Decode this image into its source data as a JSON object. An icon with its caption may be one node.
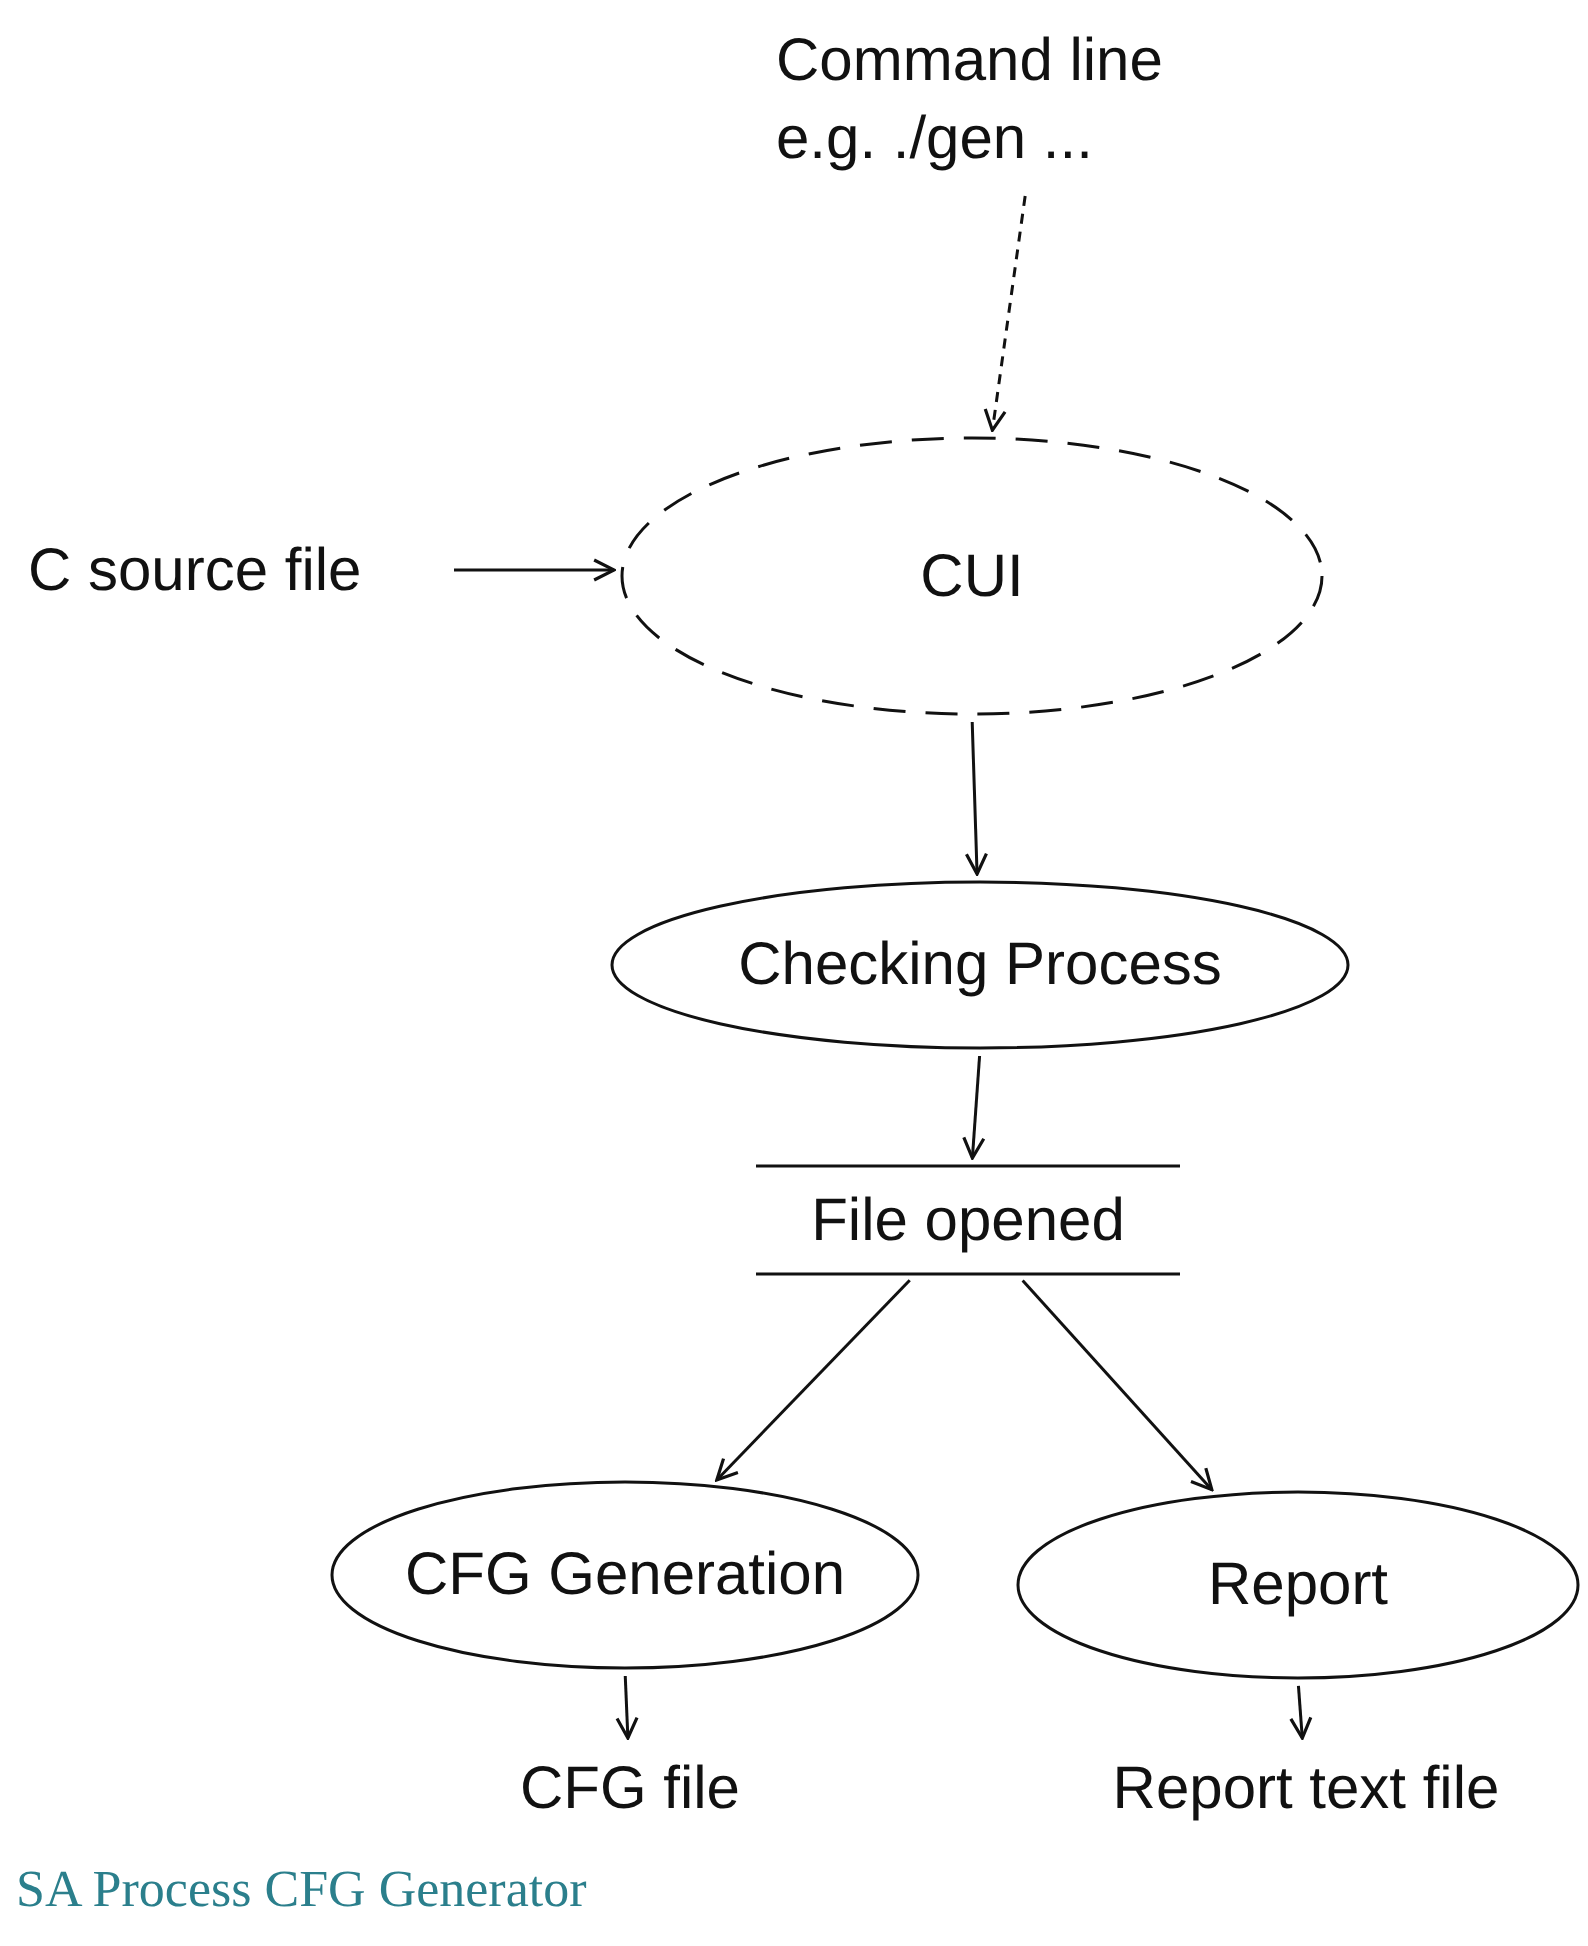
{
  "diagram": {
    "caption": "SA Process CFG Generator",
    "nodes": [
      {
        "text": [
          "Command line e.g. ./gen ..."
        ]
      },
      {
        "text": [
          "C source file"
        ]
      },
      {
        "text": [
          "CUI"
        ]
      },
      {
        "text": [
          "Checking Process"
        ]
      },
      {
        "text": [
          "File opened"
        ]
      },
      {
        "text": [
          "CFG Generation"
        ]
      },
      {
        "text": [
          "Report"
        ]
      },
      {
        "text": [
          "CFG file"
        ]
      },
      {
        "text": [
          "Report text file"
        ]
      }
    ],
    "edges": [
      {
        "from": 0,
        "to": 2,
        "arrow": "to",
        "style": "dashed"
      },
      {
        "from": 1,
        "to": 2,
        "arrow": "to"
      },
      {
        "from": 2,
        "to": 3,
        "arrow": "to"
      },
      {
        "from": 3,
        "to": 4,
        "arrow": "to"
      },
      {
        "from": 4,
        "to": 5,
        "arrow": "to"
      },
      {
        "from": 4,
        "to": 6,
        "arrow": "to"
      },
      {
        "from": 5,
        "to": 7,
        "arrow": "to"
      },
      {
        "from": 6,
        "to": 8,
        "arrow": "to"
      }
    ]
  }
}
